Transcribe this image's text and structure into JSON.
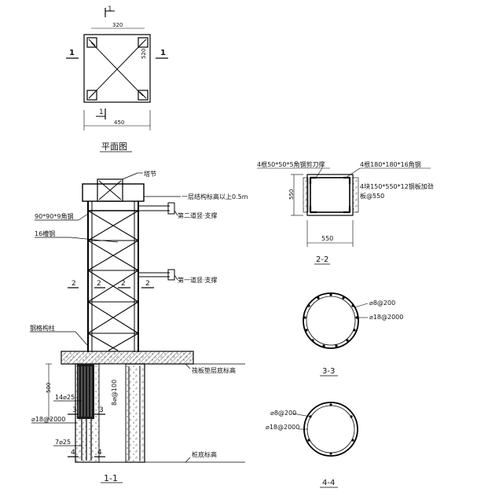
{
  "plan": {
    "title": "平面图",
    "section_mark_top": "1",
    "section_mark_bottom": "1",
    "section_mark_left": "1",
    "section_mark_right": "1",
    "dim_top": "320",
    "dim_right": "520",
    "dim_bottom": "450"
  },
  "elevation": {
    "title": "1-1",
    "label_tower_section": "塔节",
    "label_level": "一层结构标高以上0.5m",
    "label_angle": "90*90*9角钢",
    "label_channel": "16槽钢",
    "label_brace1": "第二道竖·支撑",
    "label_brace2": "第一道竖·支撑",
    "label_column": "钢格构柱",
    "label_raft": "筏板垫层底标高",
    "label_pile_top": "桩底标高",
    "rebar_stirrup": "8⌀@100",
    "rebar_main1": "14⌀25",
    "rebar_spiral1": "⌀18@2000",
    "rebar_main2": "7⌀25",
    "dim_left": "500",
    "mark_2_left": "2",
    "mark_2_mid1": "2",
    "mark_2_mid2": "2",
    "mark_2_right": "2",
    "mark_3_left": "3",
    "mark_3_right": "3",
    "mark_4_left": "4",
    "mark_4_right": "4"
  },
  "section22": {
    "title": "2-2",
    "label_angle_small": "4根50*50*5角钢剪刀撑",
    "label_angle_big": "4根180*180*16角钢",
    "label_plate": "4块150*550*12钢板加劲",
    "label_plate2": "板@550",
    "dim_bottom": "550",
    "dim_left": "550"
  },
  "section33": {
    "title": "3-3",
    "label_a": "⌀8@200",
    "label_b": "⌀18@2000"
  },
  "section44": {
    "title": "4-4",
    "label_a": "⌀8@200",
    "label_b": "⌀18@2000"
  }
}
